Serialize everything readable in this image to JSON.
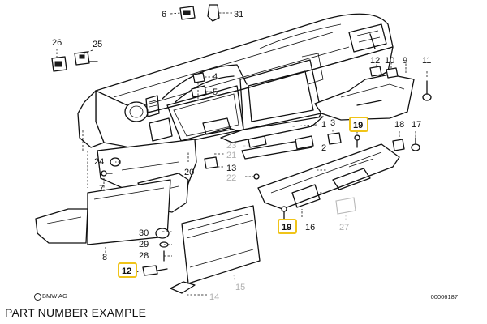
{
  "labels": {
    "p1": "1",
    "p2": "2",
    "p3": "3",
    "p4": "4",
    "p5": "5",
    "p6": "6",
    "p7": "7",
    "p8": "8",
    "p9": "9",
    "p10": "10",
    "p11": "11",
    "p12": "12",
    "p13": "13",
    "p14": "14",
    "p15": "15",
    "p16": "16",
    "p17": "17",
    "p18": "18",
    "p19a": "19",
    "p19b": "19",
    "p20": "20",
    "p21": "21",
    "p22": "22",
    "p23": "23",
    "p24": "24",
    "p25": "25",
    "p26": "26",
    "p27": "27",
    "p28": "28",
    "p29": "29",
    "p30": "30",
    "p31": "31"
  },
  "brand": "BMW AG",
  "diagram_id": "00006187",
  "caption": "PART NUMBER EXAMPLE",
  "highlight_color": "#f0c419"
}
